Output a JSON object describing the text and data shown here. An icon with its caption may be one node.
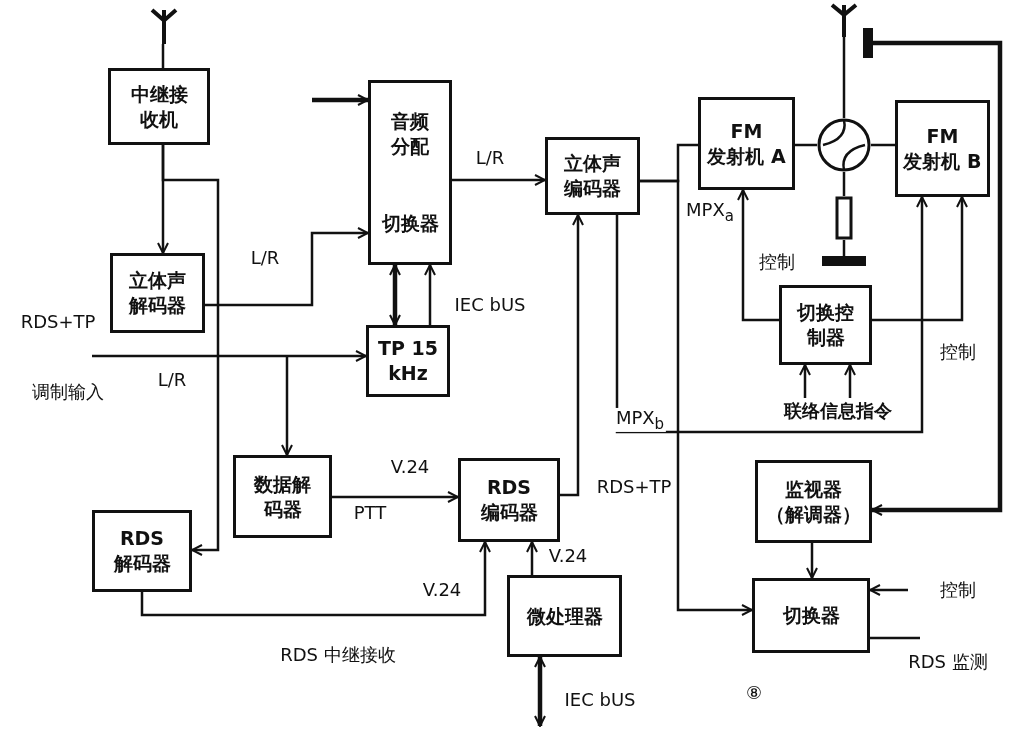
{
  "diagram": {
    "nodes": [
      {
        "text": [
          "中继接收机"
        ]
      },
      {
        "text": [
          "立体声解码器"
        ]
      },
      {
        "text": [
          "音频分配",
          "切换器"
        ]
      },
      {
        "text": [
          "TP 15 kHz"
        ]
      },
      {
        "text": [
          "立体声编码器"
        ]
      },
      {
        "text": [
          "FM 发射机 A"
        ]
      },
      {
        "text": [
          "FM 发射机 B"
        ]
      },
      {
        "text": [
          "切换控制器"
        ]
      },
      {
        "text": [
          "数据解码器"
        ]
      },
      {
        "text": [
          "RDS 编码器"
        ]
      },
      {
        "text": [
          "RDS 解码器"
        ]
      },
      {
        "text": [
          "微处理器"
        ]
      },
      {
        "text": [
          "监视器（解调器）"
        ]
      },
      {
        "text": [
          "切换器"
        ]
      },
      {
        "text": [],
        "shape": "circle"
      },
      {
        "text": [],
        "shape": "antenna"
      },
      {
        "text": [],
        "shape": "antenna"
      },
      {
        "text": [],
        "shape": "resistor"
      },
      {
        "text": [],
        "shape": "ground"
      },
      {
        "text": [],
        "shape": "bar"
      },
      {
        "text": [
          "联络信息指令"
        ]
      }
    ],
    "edges": [
      {
        "from": 15,
        "to": 0,
        "arrow": "none"
      },
      {
        "from": 0,
        "to": 1,
        "arrow": "to"
      },
      {
        "from": 0,
        "to": 10,
        "arrow": "to"
      },
      {
        "from": 1,
        "to": 2,
        "arrow": "to",
        "label": "L/R"
      },
      {
        "from": null,
        "to": 2,
        "arrow": "to",
        "style": "thick"
      },
      {
        "from": 2,
        "to": 3,
        "arrow": "both",
        "style": "thick"
      },
      {
        "from": 3,
        "to": 2,
        "arrow": "to",
        "label": "IEC bUS"
      },
      {
        "from": 2,
        "to": 4,
        "arrow": "to",
        "label": "L/R"
      },
      {
        "from": null,
        "to": 3,
        "arrow": "to",
        "label": "L/R"
      },
      {
        "from": null,
        "to": 8,
        "arrow": "to"
      },
      {
        "from": 8,
        "to": 9,
        "arrow": "to",
        "label": "V.24"
      },
      {
        "from": 10,
        "to": 9,
        "arrow": "to",
        "label": "V.24"
      },
      {
        "from": 11,
        "to": 9,
        "arrow": "to",
        "label": "V.24"
      },
      {
        "from": 9,
        "to": 4,
        "arrow": "to",
        "label": "RDS+TP"
      },
      {
        "from": 4,
        "to": 5,
        "arrow": "none",
        "label": "MPX$_{a}$"
      },
      {
        "from": 4,
        "to": 13,
        "arrow": "to"
      },
      {
        "from": 4,
        "to": 6,
        "arrow": "to",
        "label": "MPX$_{b}$"
      },
      {
        "from": 5,
        "to": 14,
        "arrow": "none"
      },
      {
        "from": 14,
        "to": 6,
        "arrow": "none"
      },
      {
        "from": 16,
        "to": 14,
        "arrow": "none"
      },
      {
        "from": 14,
        "to": 17,
        "arrow": "none"
      },
      {
        "from": 17,
        "to": 18,
        "arrow": "none"
      },
      {
        "from": 7,
        "to": 5,
        "arrow": "to",
        "label": "控制"
      },
      {
        "from": 7,
        "to": 6,
        "arrow": "to",
        "label": "控制"
      },
      {
        "from": 20,
        "to": 7,
        "arrow": "to"
      },
      {
        "from": 20,
        "to": 7,
        "arrow": "to"
      },
      {
        "from": 19,
        "to": 12,
        "arrow": "to",
        "style": "thick"
      },
      {
        "from": 12,
        "to": 13,
        "arrow": "to"
      },
      {
        "from": null,
        "to": 13,
        "arrow": "to",
        "label": "控制"
      },
      {
        "from": 13,
        "to": null,
        "arrow": "none",
        "label": "RDS 监测"
      },
      {
        "from": 11,
        "to": null,
        "arrow": "both",
        "style": "thick",
        "label": "IEC bUS"
      }
    ],
    "labels": [
      "RDS+TP",
      "调制输入",
      "PTT",
      "RDS 中继接收",
      "⑧"
    ]
  }
}
